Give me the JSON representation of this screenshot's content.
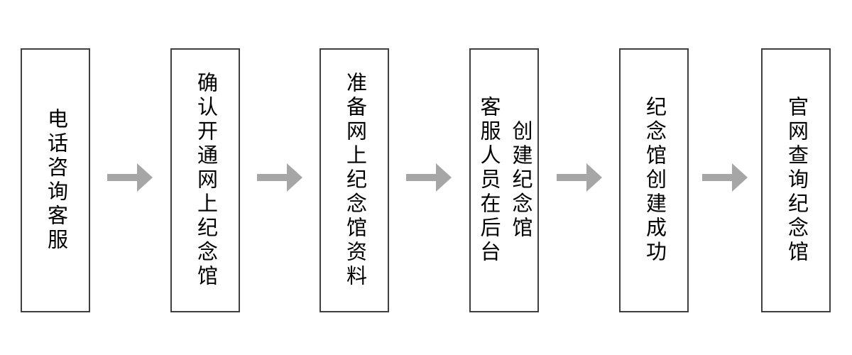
{
  "flowchart": {
    "title": "online-memorial-hall-creation-process",
    "steps": [
      {
        "label": "电话咨询客服"
      },
      {
        "label": "确认开通网上纪念馆"
      },
      {
        "label": "准备网上纪念馆资料"
      },
      {
        "label": "客服人员在后台\n创建纪念馆"
      },
      {
        "label": "纪念馆创建成功"
      },
      {
        "label": "官网查询纪念馆"
      }
    ],
    "colors": {
      "background": "#ffffff",
      "box_border": "#3f3f3f",
      "text": "#000000",
      "arrow": "#a6a6a6"
    }
  }
}
